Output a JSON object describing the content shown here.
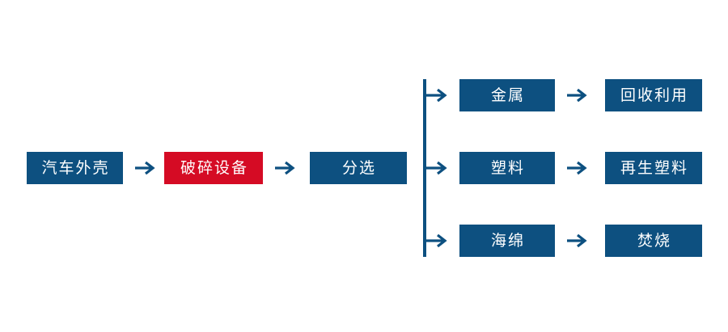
{
  "diagram": {
    "type": "process-flowchart",
    "language": "zh-CN",
    "colors": {
      "box_blue": "#0d5080",
      "box_red": "#d50b24",
      "arrow": "#0d5080",
      "text": "#ffffff",
      "background": "#ffffff"
    },
    "main_chain": [
      {
        "label": "汽车外壳",
        "style": "blue"
      },
      {
        "label": "破碎设备",
        "style": "red"
      },
      {
        "label": "分选",
        "style": "blue"
      }
    ],
    "branches": [
      {
        "material": "金属",
        "outcome": "回收利用"
      },
      {
        "material": "塑料",
        "outcome": "再生塑料"
      },
      {
        "material": "海绵",
        "outcome": "焚烧"
      }
    ],
    "connectors": {
      "arrow_glyph": "→",
      "split_label": "split-trunk"
    }
  }
}
